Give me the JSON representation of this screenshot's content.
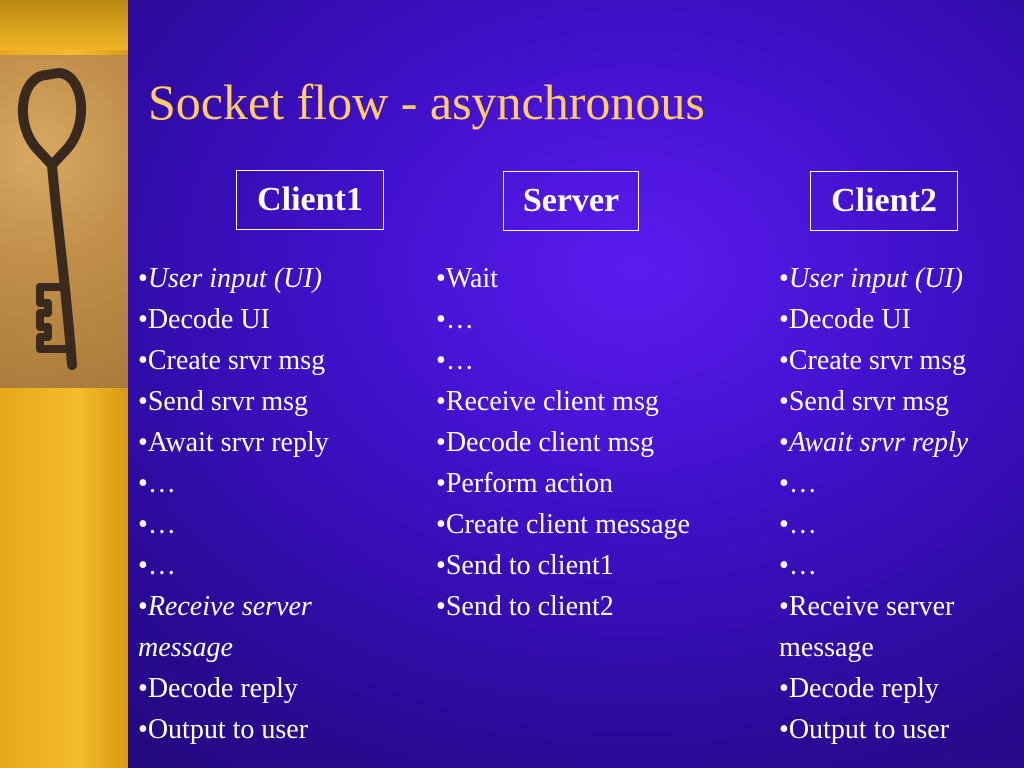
{
  "title": "Socket flow - asynchronous",
  "bullet": "•",
  "columns": [
    {
      "header": "Client1",
      "items": [
        {
          "text": "User input (UI)",
          "italic": true
        },
        {
          "text": "Decode UI",
          "italic": false
        },
        {
          "text": "Create srvr msg",
          "italic": false
        },
        {
          "text": "Send srvr msg",
          "italic": false
        },
        {
          "text": "Await srvr reply",
          "italic": false
        },
        {
          "text": "…",
          "italic": false
        },
        {
          "text": "…",
          "italic": false
        },
        {
          "text": "…",
          "italic": false
        },
        {
          "text": "Receive server message",
          "italic": true
        },
        {
          "text": "Decode reply",
          "italic": false
        },
        {
          "text": "Output to user",
          "italic": false
        }
      ]
    },
    {
      "header": "Server",
      "items": [
        {
          "text": "Wait",
          "italic": false
        },
        {
          "text": "…",
          "italic": false
        },
        {
          "text": "…",
          "italic": false
        },
        {
          "text": "Receive client msg",
          "italic": false
        },
        {
          "text": "Decode client msg",
          "italic": false
        },
        {
          "text": "Perform action",
          "italic": false
        },
        {
          "text": "Create client message",
          "italic": false
        },
        {
          "text": "Send to client1",
          "italic": false
        },
        {
          "text": "Send to client2",
          "italic": false
        }
      ]
    },
    {
      "header": "Client2",
      "items": [
        {
          "text": "User input (UI)",
          "italic": true
        },
        {
          "text": "Decode UI",
          "italic": false
        },
        {
          "text": "Create srvr msg",
          "italic": false
        },
        {
          "text": "Send srvr msg",
          "italic": false
        },
        {
          "text": "Await srvr reply",
          "italic": true
        },
        {
          "text": "…",
          "italic": false
        },
        {
          "text": "…",
          "italic": false
        },
        {
          "text": "…",
          "italic": false
        },
        {
          "text": "Receive server message",
          "italic": false
        },
        {
          "text": "Decode reply",
          "italic": false
        },
        {
          "text": "Output to user",
          "italic": false
        }
      ]
    }
  ],
  "decor": {
    "icon": "key-photo",
    "background": "#3f10c8",
    "title_color": "#ffcc66",
    "side_color": "#f4bc2a"
  }
}
